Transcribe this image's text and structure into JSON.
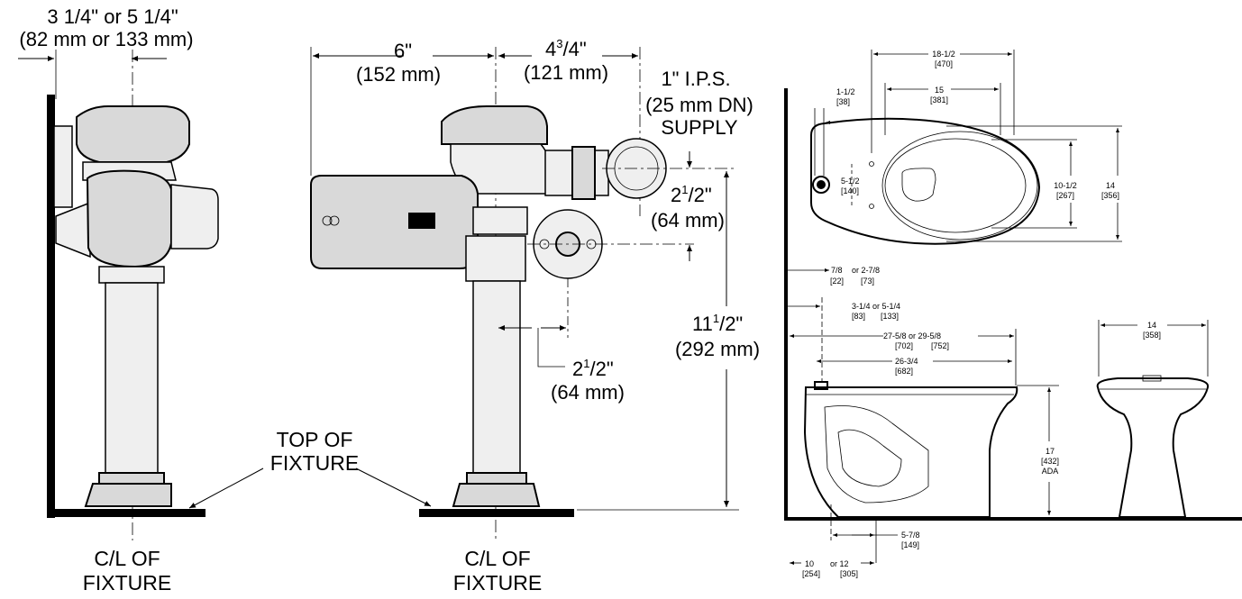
{
  "side_view": {
    "offset_line1": "3 1/4\" or 5 1/4\"",
    "offset_line2": "(82 mm or 133 mm)",
    "centerline_line1": "C/L OF",
    "centerline_line2": "FIXTURE"
  },
  "front_view": {
    "width_left_line1": "6\"",
    "width_left_line2": "(152 mm)",
    "width_right_main": "4",
    "width_right_frac": "3",
    "width_right_den": "/4\"",
    "width_right_line2": "(121 mm)",
    "supply_line1": "1\" I.P.S.",
    "supply_line2": "(25 mm DN)",
    "supply_line3": "SUPPLY",
    "rise_main": "2",
    "rise_frac": "1",
    "rise_den": "/2\"",
    "rise_line2": "(64 mm)",
    "height_main": "11",
    "height_frac": "1",
    "height_den": "/2\"",
    "height_line2": "(292 mm)",
    "handle_main": "2",
    "handle_frac": "1",
    "handle_den": "/2\"",
    "handle_line2": "(64 mm)",
    "top_fixture_line1": "TOP OF",
    "top_fixture_line2": "FIXTURE",
    "centerline_line1": "C/L OF",
    "centerline_line2": "FIXTURE"
  },
  "toilet_plan": {
    "overall_length": "18-1/2",
    "overall_length_mm": "[470]",
    "bowl_length": "15",
    "bowl_length_mm": "[381]",
    "inlet_offset": "1-1/2",
    "inlet_offset_mm": "[38]",
    "bolt_spacing": "5-1/2",
    "bolt_spacing_mm": "[140]",
    "bowl_width": "10-1/2",
    "bowl_width_mm": "[267]",
    "overall_width": "14",
    "overall_width_mm": "[356]"
  },
  "toilet_side": {
    "wall_gap_a": "7/8",
    "wall_gap_b": "or 2-7/8",
    "wall_gap_a_mm": "[22]",
    "wall_gap_b_mm": "[73]",
    "inlet_a": "3-1/4 or 5-1/4",
    "inlet_a_mm": "[83]",
    "inlet_b_mm": "[133]",
    "length_a": "27-5/8 or 29-5/8",
    "length_a_mm": "[702]",
    "length_b_mm": "[752]",
    "length_c": "26-3/4",
    "length_c_mm": "[682]",
    "rim_height": "17",
    "rim_height_mm": "[432]",
    "rim_height_note": "ADA",
    "outlet": "5-7/8",
    "outlet_mm": "[149]",
    "rough_a": "10",
    "rough_a_mm": "[254]",
    "rough_b": "or 12",
    "rough_b_mm": "[305]"
  },
  "toilet_front": {
    "width": "14",
    "width_mm": "[358]"
  }
}
